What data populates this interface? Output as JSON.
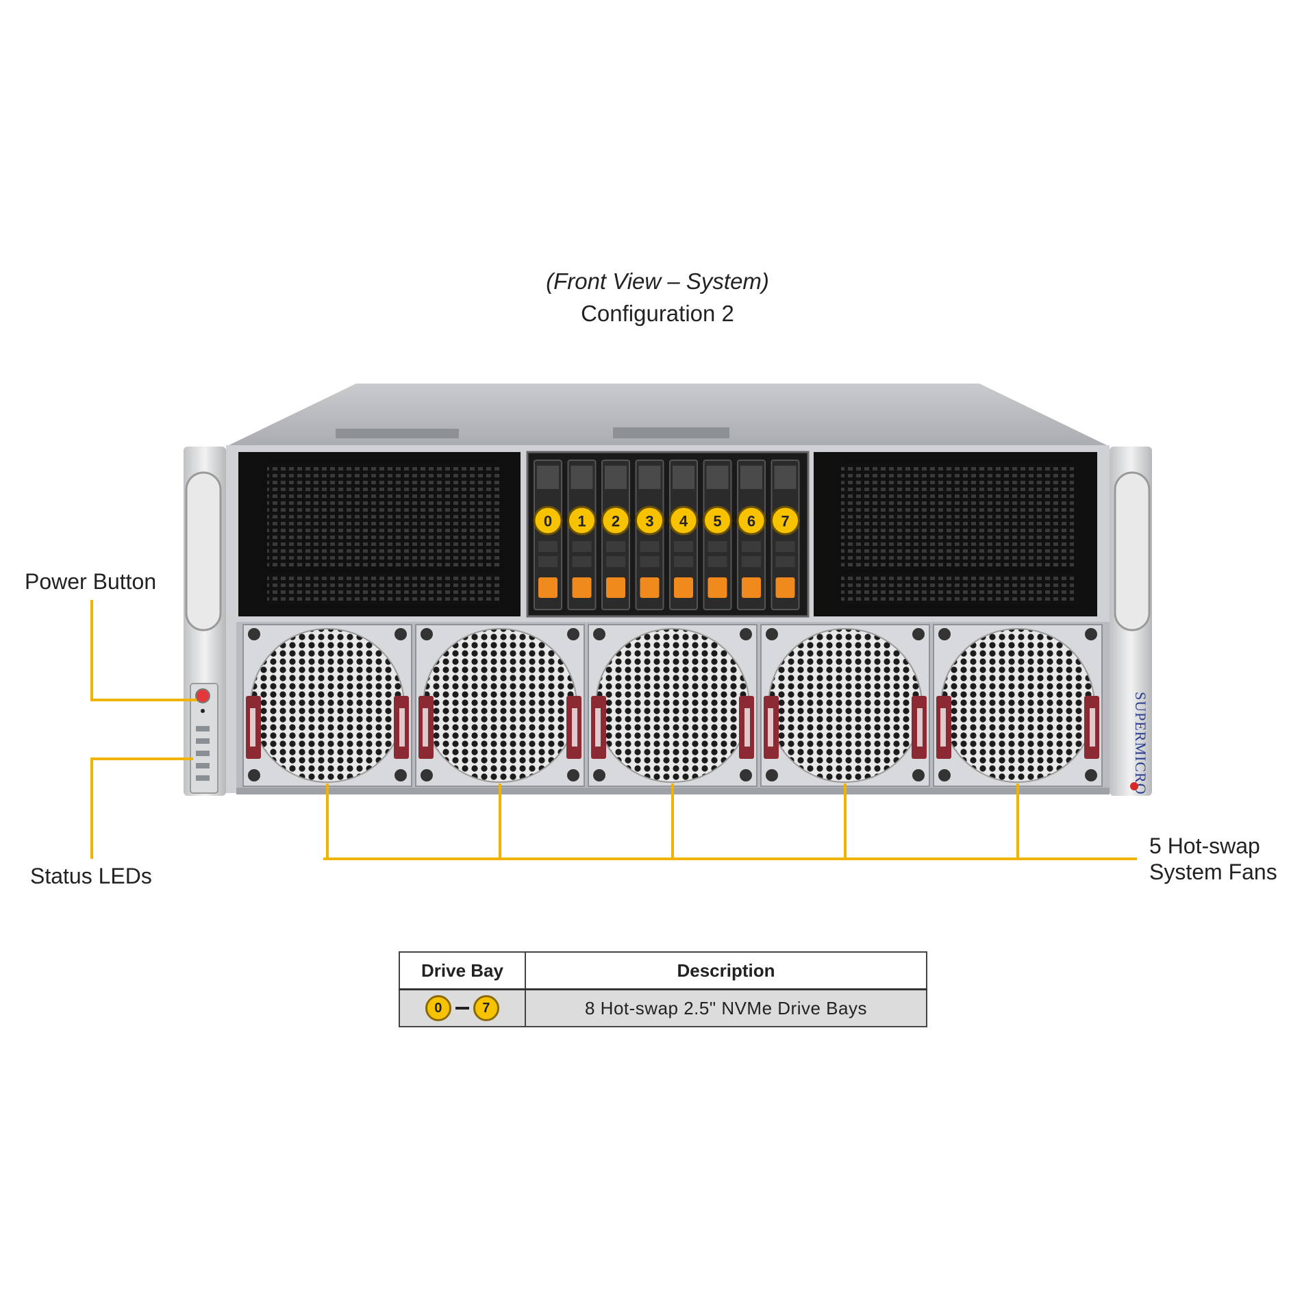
{
  "title": {
    "view": "(Front View – System)",
    "config": "Configuration 2"
  },
  "callouts": {
    "power_button": "Power Button",
    "status_leds": "Status LEDs",
    "fans_line1": "5 Hot-swap",
    "fans_line2": "System Fans"
  },
  "drive_bays": [
    "0",
    "1",
    "2",
    "3",
    "4",
    "5",
    "6",
    "7"
  ],
  "fan_count": 5,
  "brand": "SUPERMICRO",
  "table": {
    "headers": [
      "Drive Bay",
      "Description"
    ],
    "row": {
      "bay_start": "0",
      "bay_end": "7",
      "description": "8 Hot-swap 2.5\" NVMe Drive Bays"
    }
  },
  "colors": {
    "callout_line": "#f0b400",
    "badge": "#f7c200",
    "drive_latch": "#f08a1c",
    "fan_handle": "#8b2a33"
  }
}
